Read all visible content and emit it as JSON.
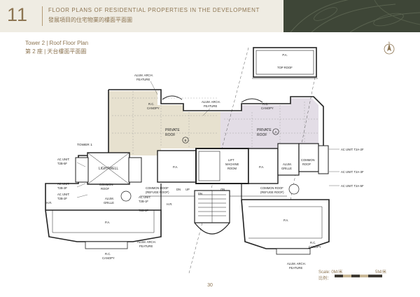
{
  "header": {
    "section_number": "11",
    "title_en": "FLOOR PLANS OF RESIDENTIAL PROPERTIES IN THE DEVELOPMENT",
    "title_zh": "發展項目的住宅物業的樓面平面圖"
  },
  "plan": {
    "title_en": "Tower 2  |  Roof Floor Plan",
    "title_zh": "第 2 座  |  天台樓面平面圖"
  },
  "labels": {
    "pa_top": "P.A.",
    "top_roof": "TOP ROOF",
    "alum_arch_feature_1": "ALUM. ARCH.",
    "alum_arch_feature_1b": "FEATURE",
    "alum_arch_feature_2": "ALUM. ARCH.",
    "alum_arch_feature_2b": "FEATURE",
    "rc_canopy_left": "R.C.",
    "rc_canopy_left_b": "CANOPY",
    "rc_canopy_right": "R.C.",
    "rc_canopy_right_b": "CANOPY",
    "private_roof_left": "PRIVATE",
    "private_roof_left_b": "ROOF",
    "marker_b": "B",
    "private_roof_right": "PRIVATE",
    "private_roof_right_b": "ROOF",
    "marker_a": "A",
    "tower_1": "TOWER 1",
    "ac_unit_t2b_5f": "AC UNIT:",
    "ac_unit_t2b_5f_b": "T2B-5F",
    "lightwell": "LIGHTWELL",
    "ac_unit_t2b_3f": "AC UNIT:",
    "ac_unit_t2b_3f_b": "T2B-3F",
    "common_roof_left": "COMMON",
    "common_roof_left_b": "ROOF",
    "ac_unit_t2b_2f": "AC UNIT:",
    "ac_unit_t2b_2f_b": "T2B-2F",
    "hr_left": "H.R.",
    "alum_grille_left": "ALUM.",
    "alum_grille_left_b": "GRILLE",
    "ac_unit_t2b_1f": "AC UNIT:",
    "ac_unit_t2b_1f_b": "T2B-1F",
    "ac_unit_t2b_2f_r": "T2B-2F",
    "pa_mid_left": "P.A.",
    "lift_room": "LIFT",
    "lift_room_b": "MACHINE",
    "lift_room_c": "ROOM",
    "pa_mid_right": "P.A.",
    "common_roof_refuge_left": "COMMON ROOF",
    "common_roof_refuge_left_b": "(REFUGE ROOF)",
    "dn_1": "DN",
    "up_1": "UP",
    "dn_2": "DN",
    "on_1": "ON",
    "hr_mid": "H.R.",
    "common_roof_refuge_right": "COMMON ROOF",
    "common_roof_refuge_right_b": "(REFUGE ROOF)",
    "alum_grille_right": "ALUM.",
    "alum_grille_right_b": "GRILLE",
    "common_roof_right": "COMMON",
    "common_roof_right_b": "ROOF",
    "ac_unit_t2a_2f": "AC UNIT: T2A-2F",
    "ac_unit_t2a_3f": "AC UNIT: T2A-3F",
    "ac_unit_t2a_5f": "AC UNIT: T2A-5F",
    "pa_bottom_left": "P.A.",
    "pa_bottom_right": "P.A.",
    "rc_canopy_bl": "R.C.",
    "rc_canopy_bl_b": "CANOPY",
    "alum_feature_bl": "ALUM. ARCH.",
    "alum_feature_bl_b": "FEATURE",
    "rc_canopy_br": "R.C.",
    "rc_canopy_br_b": "CANOPY",
    "alum_feature_br": "ALUM. ARCH.",
    "alum_feature_br_b": "FEATURE"
  },
  "scale": {
    "label_en": "Scale: 0M/米",
    "label_zh": "比例：",
    "end_label": "5M/米"
  },
  "page_number": "30",
  "colors": {
    "accent": "#8d7552",
    "header_bg": "#efece3",
    "leaf_panel": "#3e4637",
    "beige_zone": "#e7e1cf",
    "lilac_zone": "#e3dde6"
  }
}
